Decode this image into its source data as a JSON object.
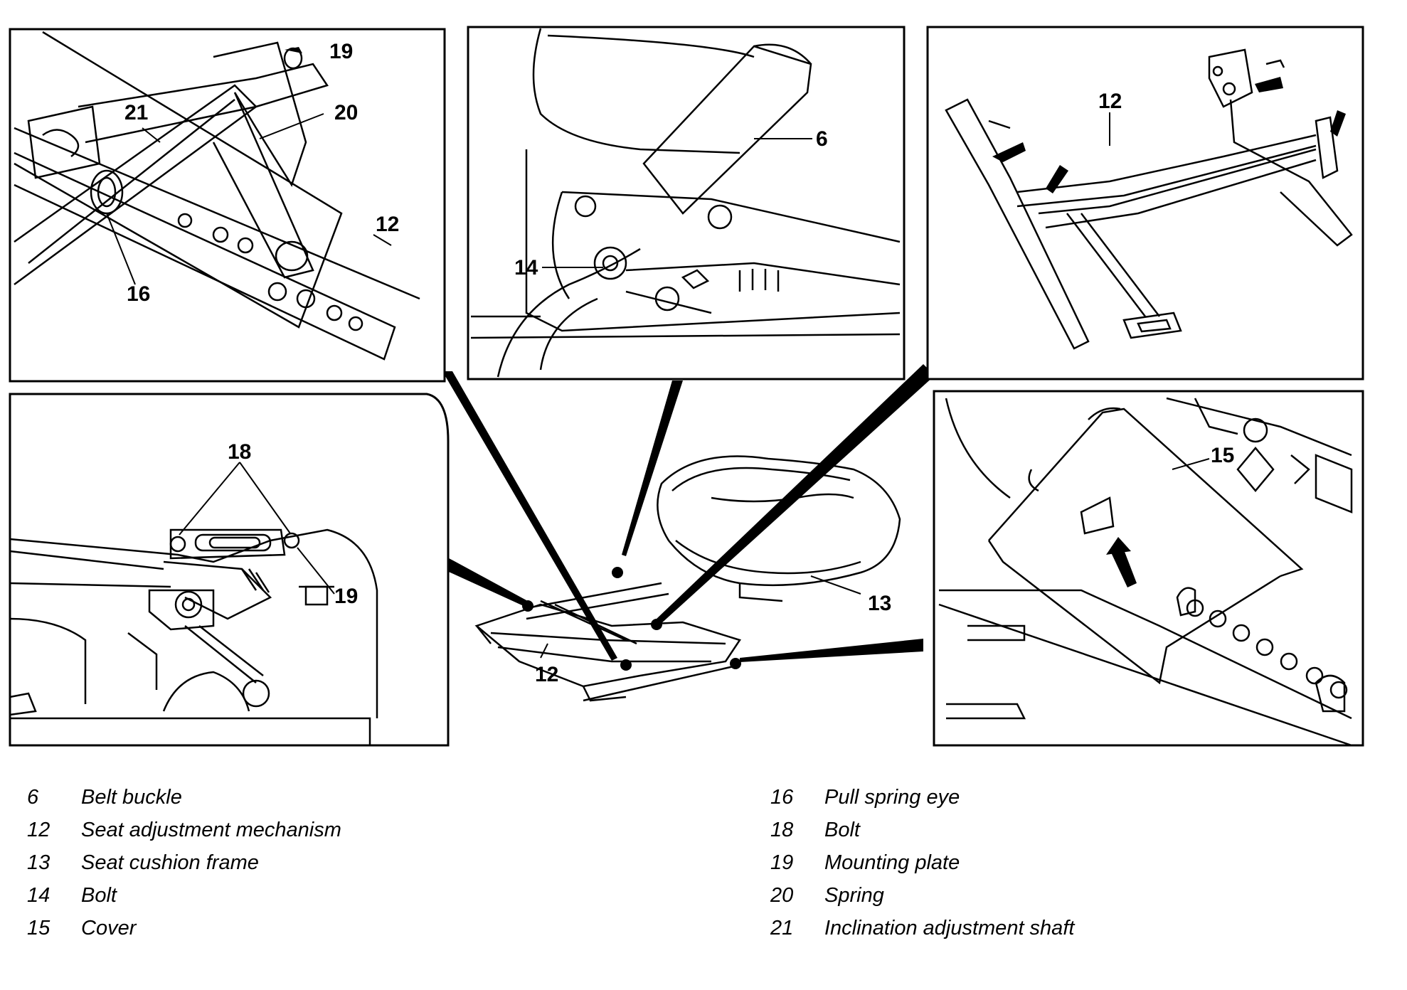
{
  "callouts": {
    "panel_top_left": [
      "19",
      "20",
      "21",
      "12",
      "16"
    ],
    "panel_top_center": [
      "6",
      "14"
    ],
    "panel_top_right": [
      "12"
    ],
    "panel_bottom_left": [
      "18",
      "19"
    ],
    "overview": [
      "13",
      "12"
    ],
    "panel_bottom_right": [
      "15"
    ]
  },
  "legend": {
    "left": [
      {
        "num": "6",
        "text": "Belt buckle"
      },
      {
        "num": "12",
        "text": "Seat adjustment mechanism"
      },
      {
        "num": "13",
        "text": "Seat cushion frame"
      },
      {
        "num": "14",
        "text": "Bolt"
      },
      {
        "num": "15",
        "text": "Cover"
      }
    ],
    "right": [
      {
        "num": "16",
        "text": "Pull spring eye"
      },
      {
        "num": "18",
        "text": "Bolt"
      },
      {
        "num": "19",
        "text": "Mounting plate"
      },
      {
        "num": "20",
        "text": "Spring"
      },
      {
        "num": "21",
        "text": "Inclination adjustment shaft"
      }
    ]
  },
  "colors": {
    "ink": "#000000",
    "paper": "#ffffff"
  }
}
